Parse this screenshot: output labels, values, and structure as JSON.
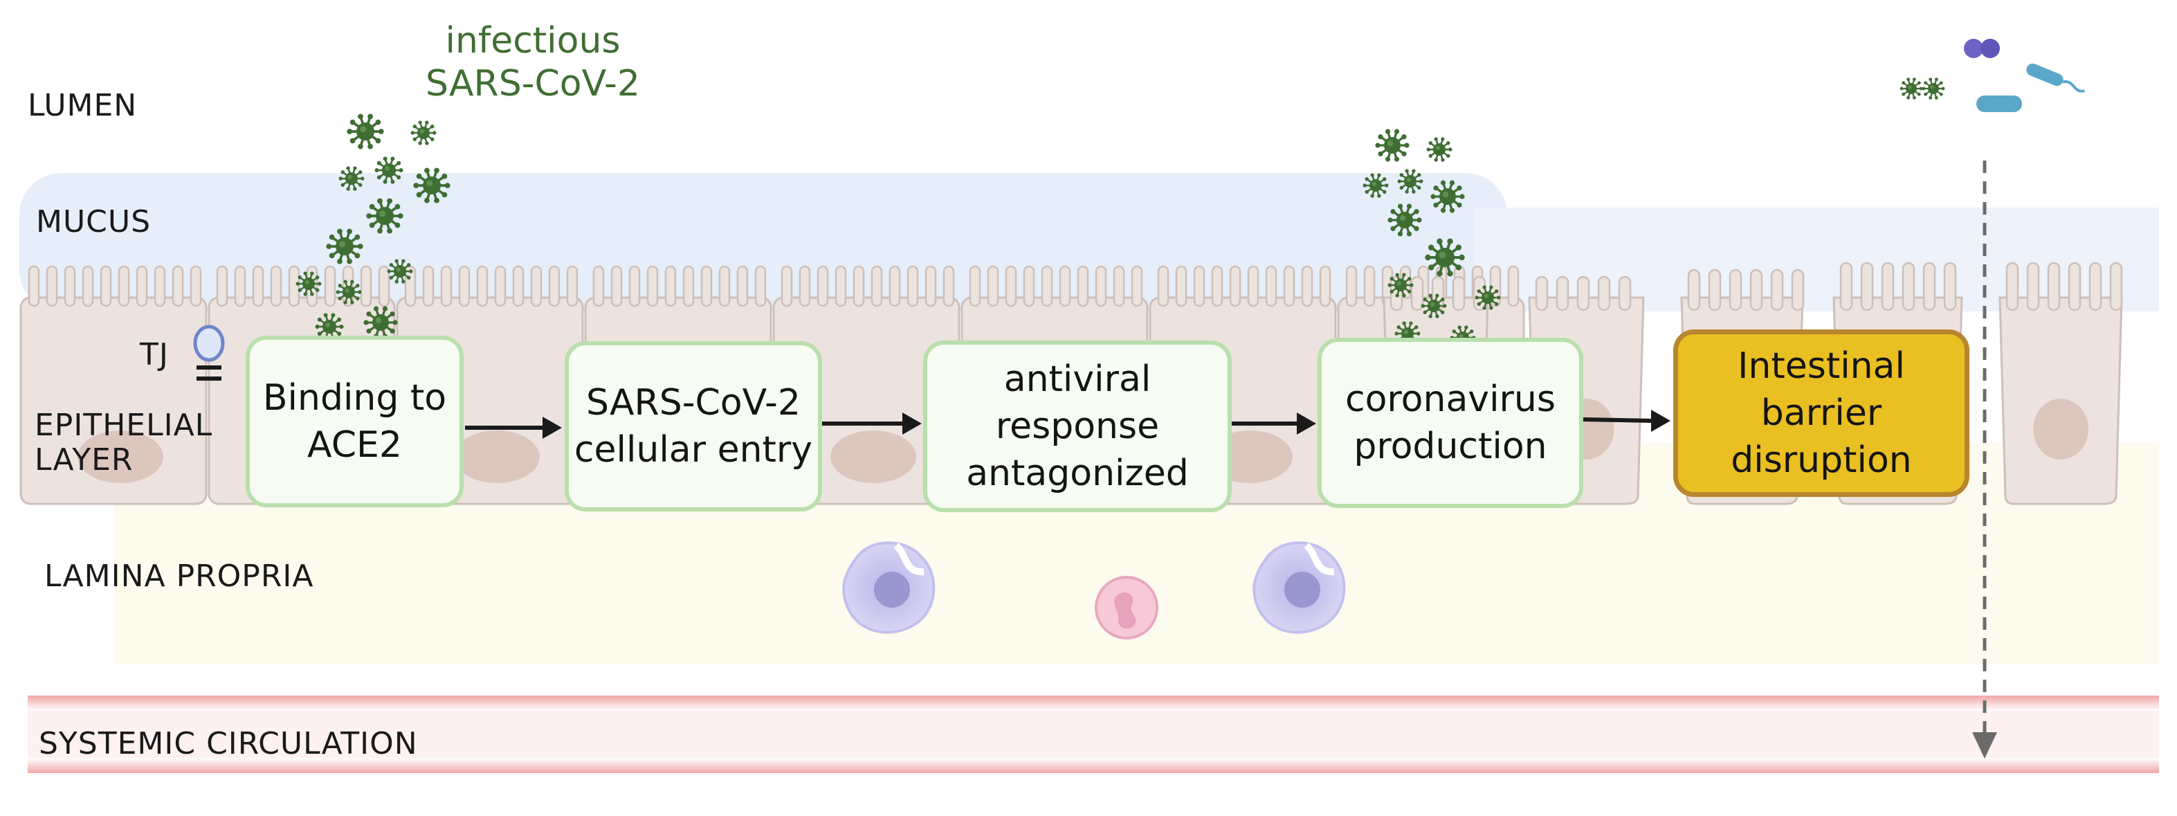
{
  "layers": {
    "lumen": "LUMEN",
    "mucus": "MUCUS",
    "tj": "TJ",
    "epithelial": [
      "EPITHELIAL",
      "LAYER"
    ],
    "lamina_propria": "LAMINA PROPRIA",
    "systemic_circulation": "SYSTEMIC CIRCULATION"
  },
  "virus_label": [
    "infectious",
    "SARS-CoV-2"
  ],
  "steps": [
    {
      "lines": [
        "Binding to",
        "ACE2"
      ]
    },
    {
      "lines": [
        "SARS-CoV-2",
        "cellular entry"
      ]
    },
    {
      "lines": [
        "antiviral",
        "response",
        "antagonized"
      ]
    },
    {
      "lines": [
        "coronavirus",
        "production"
      ]
    },
    {
      "lines": [
        "Intestinal",
        "barrier",
        "disruption"
      ]
    }
  ],
  "colors": {
    "virus": "#3f6e33",
    "mucus": "#e6eefa",
    "epithelium": "#ece3df",
    "lamina": "#fdfbee",
    "box_border": "#b9dfad",
    "box_fill": "#f6fcf3",
    "final_fill": "#e9bf22",
    "final_border": "#b8862e",
    "circulation": "#ef9d9d",
    "macrophage": "#c9c6ee",
    "neutrophil": "#f3b9cd",
    "microbe_coccus": "#6c63c4",
    "microbe_rod": "#5aa7c9"
  },
  "icons": [
    "sars-cov-2-virion-icon",
    "macrophage-icon",
    "neutrophil-icon",
    "gut-microbe-icon",
    "tight-junction-icon"
  ]
}
